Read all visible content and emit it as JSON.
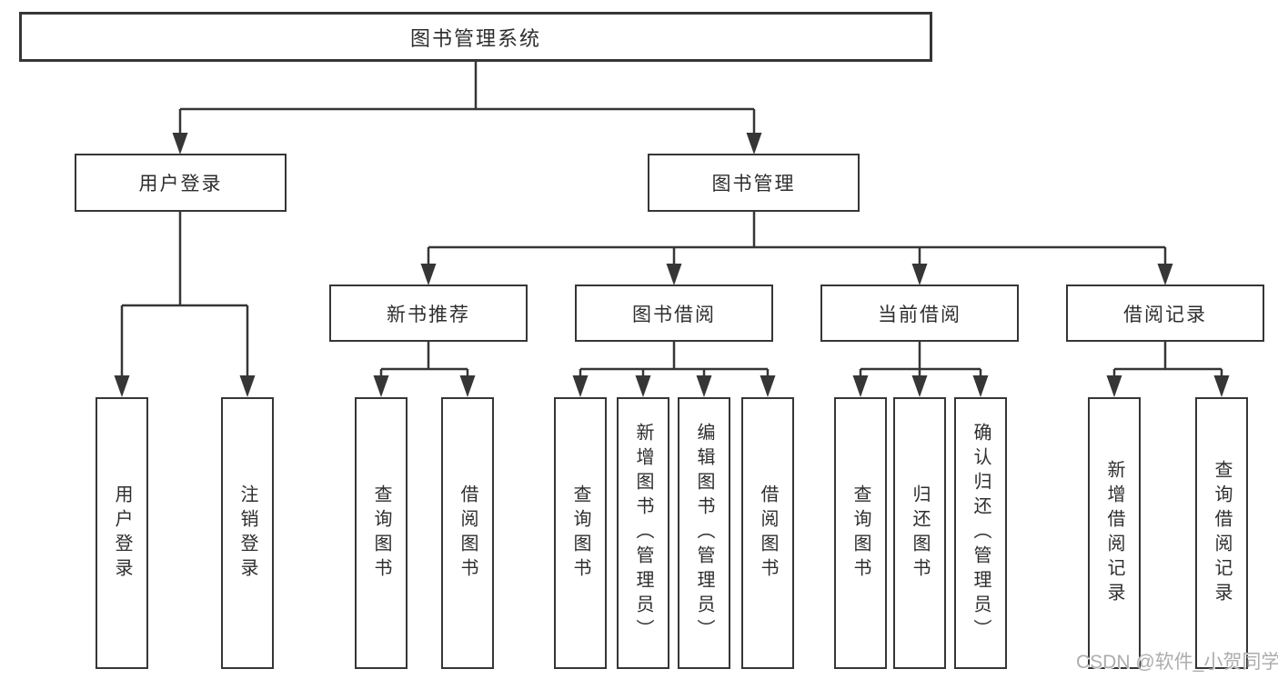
{
  "diagram": {
    "type": "hierarchy-flowchart",
    "tree": {
      "root": {
        "id": "root",
        "label": "图书管理系统"
      },
      "level2": [
        {
          "id": "user-login",
          "label": "用户登录",
          "parent": "图书管理系统"
        },
        {
          "id": "book-management",
          "label": "图书管理",
          "parent": "图书管理系统"
        }
      ],
      "level3": [
        {
          "id": "new-book-recommend",
          "label": "新书推荐",
          "parent": "图书管理"
        },
        {
          "id": "book-borrow",
          "label": "图书借阅",
          "parent": "图书管理"
        },
        {
          "id": "current-borrow",
          "label": "当前借阅",
          "parent": "图书管理"
        },
        {
          "id": "borrow-records",
          "label": "借阅记录",
          "parent": "图书管理"
        }
      ],
      "leaves": [
        {
          "id": "leaf-user-login",
          "label": "用户登录",
          "parent": "用户登录"
        },
        {
          "id": "leaf-logout",
          "label": "注销登录",
          "parent": "用户登录"
        },
        {
          "id": "leaf-query-book-recommend",
          "label": "查询图书",
          "parent": "新书推荐"
        },
        {
          "id": "leaf-borrow-book-recommend",
          "label": "借阅图书",
          "parent": "新书推荐"
        },
        {
          "id": "leaf-query-book-borrow",
          "label": "查询图书",
          "parent": "图书借阅"
        },
        {
          "id": "leaf-add-book-admin",
          "label": "新增图书（管理员）",
          "parent": "图书借阅"
        },
        {
          "id": "leaf-edit-book-admin",
          "label": "编辑图书（管理员）",
          "parent": "图书借阅"
        },
        {
          "id": "leaf-borrow-book",
          "label": "借阅图书",
          "parent": "图书借阅"
        },
        {
          "id": "leaf-query-book-current",
          "label": "查询图书",
          "parent": "当前借阅"
        },
        {
          "id": "leaf-return-book",
          "label": "归还图书",
          "parent": "当前借阅"
        },
        {
          "id": "leaf-confirm-return-admin",
          "label": "确认归还（管理员）",
          "parent": "当前借阅"
        },
        {
          "id": "leaf-add-borrow-record",
          "label": "新增借阅记录",
          "parent": "借阅记录"
        },
        {
          "id": "leaf-query-borrow-record",
          "label": "查询借阅记录",
          "parent": "借阅记录"
        }
      ]
    },
    "colors": {
      "line": "#363636",
      "text": "#2e2e2e",
      "watermark": "#adadad",
      "background": "#ffffff"
    },
    "watermark": {
      "text": "CSDN @软件_小贺同学"
    }
  }
}
